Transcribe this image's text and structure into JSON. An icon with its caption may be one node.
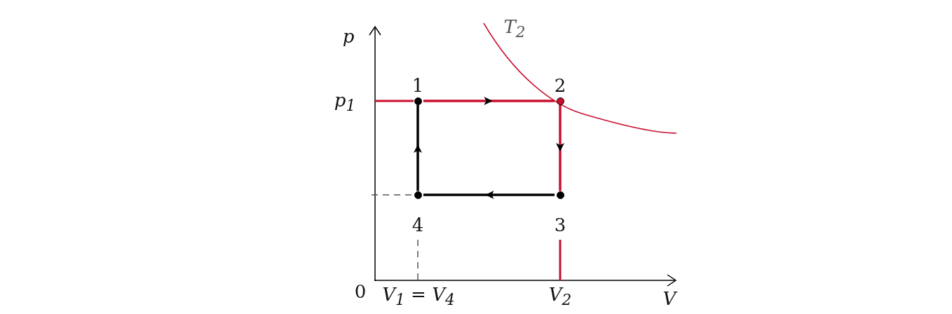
{
  "diagram": {
    "nodes": [
      {
        "text": [
          "1"
        ]
      },
      {
        "text": [
          "2"
        ]
      },
      {
        "text": [
          "3"
        ]
      },
      {
        "text": [
          "4"
        ]
      }
    ],
    "edges": [
      {
        "from": 0,
        "to": 1,
        "arrow": "to",
        "color": "#c8102e"
      },
      {
        "from": 1,
        "to": 2,
        "arrow": "to",
        "color": "#c8102e"
      },
      {
        "from": 2,
        "to": 3,
        "arrow": "to",
        "color": "#000000"
      },
      {
        "from": 3,
        "to": 0,
        "arrow": "to",
        "color": "#000000"
      }
    ],
    "labels": [
      "p",
      "p$_{1}$",
      "T$_{2}$",
      "0",
      "V$_{1}$ = V$_{4}$",
      "V$_{2}$",
      "V"
    ]
  }
}
